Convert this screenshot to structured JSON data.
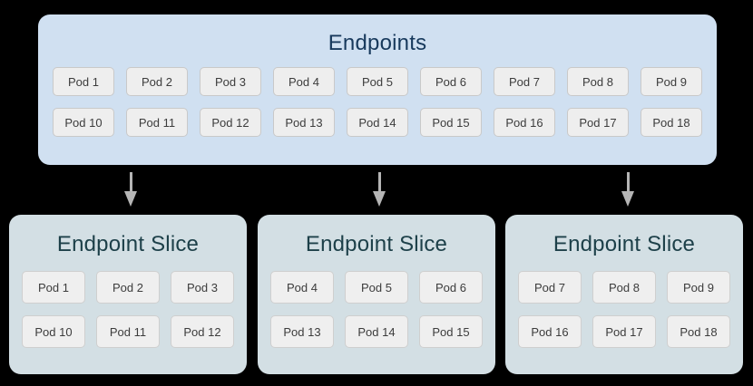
{
  "colors": {
    "background": "#000000",
    "endpoints_fill": "#d0e0f1",
    "endpoints_title": "#17395c",
    "slice_fill": "#d3dfe4",
    "slice_title": "#1d4049",
    "pod_fill": "#eeeeee",
    "pod_border": "#c9c9c9",
    "pod_text": "#3c3c3c",
    "arrow": "#b5b5b5"
  },
  "endpoints": {
    "title": "Endpoints",
    "rows": [
      [
        "Pod 1",
        "Pod 2",
        "Pod 3",
        "Pod 4",
        "Pod 5",
        "Pod 6",
        "Pod 7",
        "Pod 8",
        "Pod 9"
      ],
      [
        "Pod 10",
        "Pod 11",
        "Pod 12",
        "Pod 13",
        "Pod 14",
        "Pod 15",
        "Pod 16",
        "Pod 17",
        "Pod 18"
      ]
    ]
  },
  "arrows": [
    {
      "name": "arrow-to-slice-1"
    },
    {
      "name": "arrow-to-slice-2"
    },
    {
      "name": "arrow-to-slice-3"
    }
  ],
  "slices": [
    {
      "title": "Endpoint Slice",
      "rows": [
        [
          "Pod 1",
          "Pod 2",
          "Pod 3"
        ],
        [
          "Pod 10",
          "Pod 11",
          "Pod 12"
        ]
      ]
    },
    {
      "title": "Endpoint Slice",
      "rows": [
        [
          "Pod 4",
          "Pod 5",
          "Pod 6"
        ],
        [
          "Pod 13",
          "Pod 14",
          "Pod 15"
        ]
      ]
    },
    {
      "title": "Endpoint Slice",
      "rows": [
        [
          "Pod 7",
          "Pod 8",
          "Pod 9"
        ],
        [
          "Pod 16",
          "Pod 17",
          "Pod 18"
        ]
      ]
    }
  ]
}
